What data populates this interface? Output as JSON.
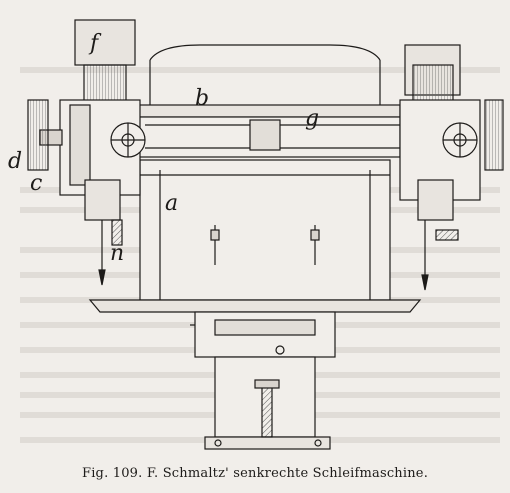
{
  "figure": {
    "labels": {
      "f": "f",
      "b": "b",
      "g": "g",
      "d": "d",
      "c": "c",
      "a": "a",
      "n": "n"
    }
  },
  "caption": {
    "number": "Fig. 109.",
    "text": "F. Schmaltz' senkrechte Schleifmaschine."
  }
}
